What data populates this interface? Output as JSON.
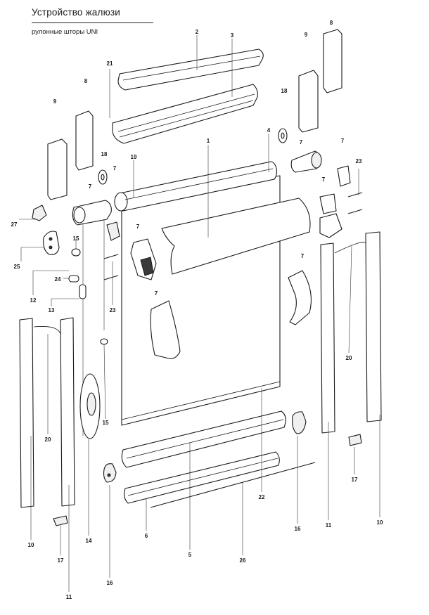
{
  "header": {
    "title": "Устройство жалюзи",
    "subtitle": "рулонные шторы UNI"
  },
  "callouts": [
    {
      "id": "c1",
      "label": "1"
    },
    {
      "id": "c2",
      "label": "2"
    },
    {
      "id": "c3",
      "label": "3"
    },
    {
      "id": "c4",
      "label": "4"
    },
    {
      "id": "c5",
      "label": "5"
    },
    {
      "id": "c6",
      "label": "6"
    },
    {
      "id": "c7a",
      "label": "7"
    },
    {
      "id": "c7b",
      "label": "7"
    },
    {
      "id": "c7c",
      "label": "7"
    },
    {
      "id": "c7d",
      "label": "7"
    },
    {
      "id": "c7e",
      "label": "7"
    },
    {
      "id": "c7f",
      "label": "7"
    },
    {
      "id": "c7g",
      "label": "7"
    },
    {
      "id": "c7h",
      "label": "7"
    },
    {
      "id": "c8a",
      "label": "8"
    },
    {
      "id": "c8b",
      "label": "8"
    },
    {
      "id": "c9a",
      "label": "9"
    },
    {
      "id": "c9b",
      "label": "9"
    },
    {
      "id": "c10a",
      "label": "10"
    },
    {
      "id": "c10b",
      "label": "10"
    },
    {
      "id": "c11a",
      "label": "11"
    },
    {
      "id": "c11b",
      "label": "11"
    },
    {
      "id": "c12",
      "label": "12"
    },
    {
      "id": "c13",
      "label": "13"
    },
    {
      "id": "c14",
      "label": "14"
    },
    {
      "id": "c15a",
      "label": "15"
    },
    {
      "id": "c15b",
      "label": "15"
    },
    {
      "id": "c16a",
      "label": "16"
    },
    {
      "id": "c16b",
      "label": "16"
    },
    {
      "id": "c17a",
      "label": "17"
    },
    {
      "id": "c17b",
      "label": "17"
    },
    {
      "id": "c18a",
      "label": "18"
    },
    {
      "id": "c18b",
      "label": "18"
    },
    {
      "id": "c19",
      "label": "19"
    },
    {
      "id": "c20a",
      "label": "20"
    },
    {
      "id": "c20b",
      "label": "20"
    },
    {
      "id": "c21",
      "label": "21"
    },
    {
      "id": "c22",
      "label": "22"
    },
    {
      "id": "c23a",
      "label": "23"
    },
    {
      "id": "c23b",
      "label": "23"
    },
    {
      "id": "c24",
      "label": "24"
    },
    {
      "id": "c25",
      "label": "25"
    },
    {
      "id": "c26",
      "label": "26"
    },
    {
      "id": "c27",
      "label": "27"
    }
  ]
}
